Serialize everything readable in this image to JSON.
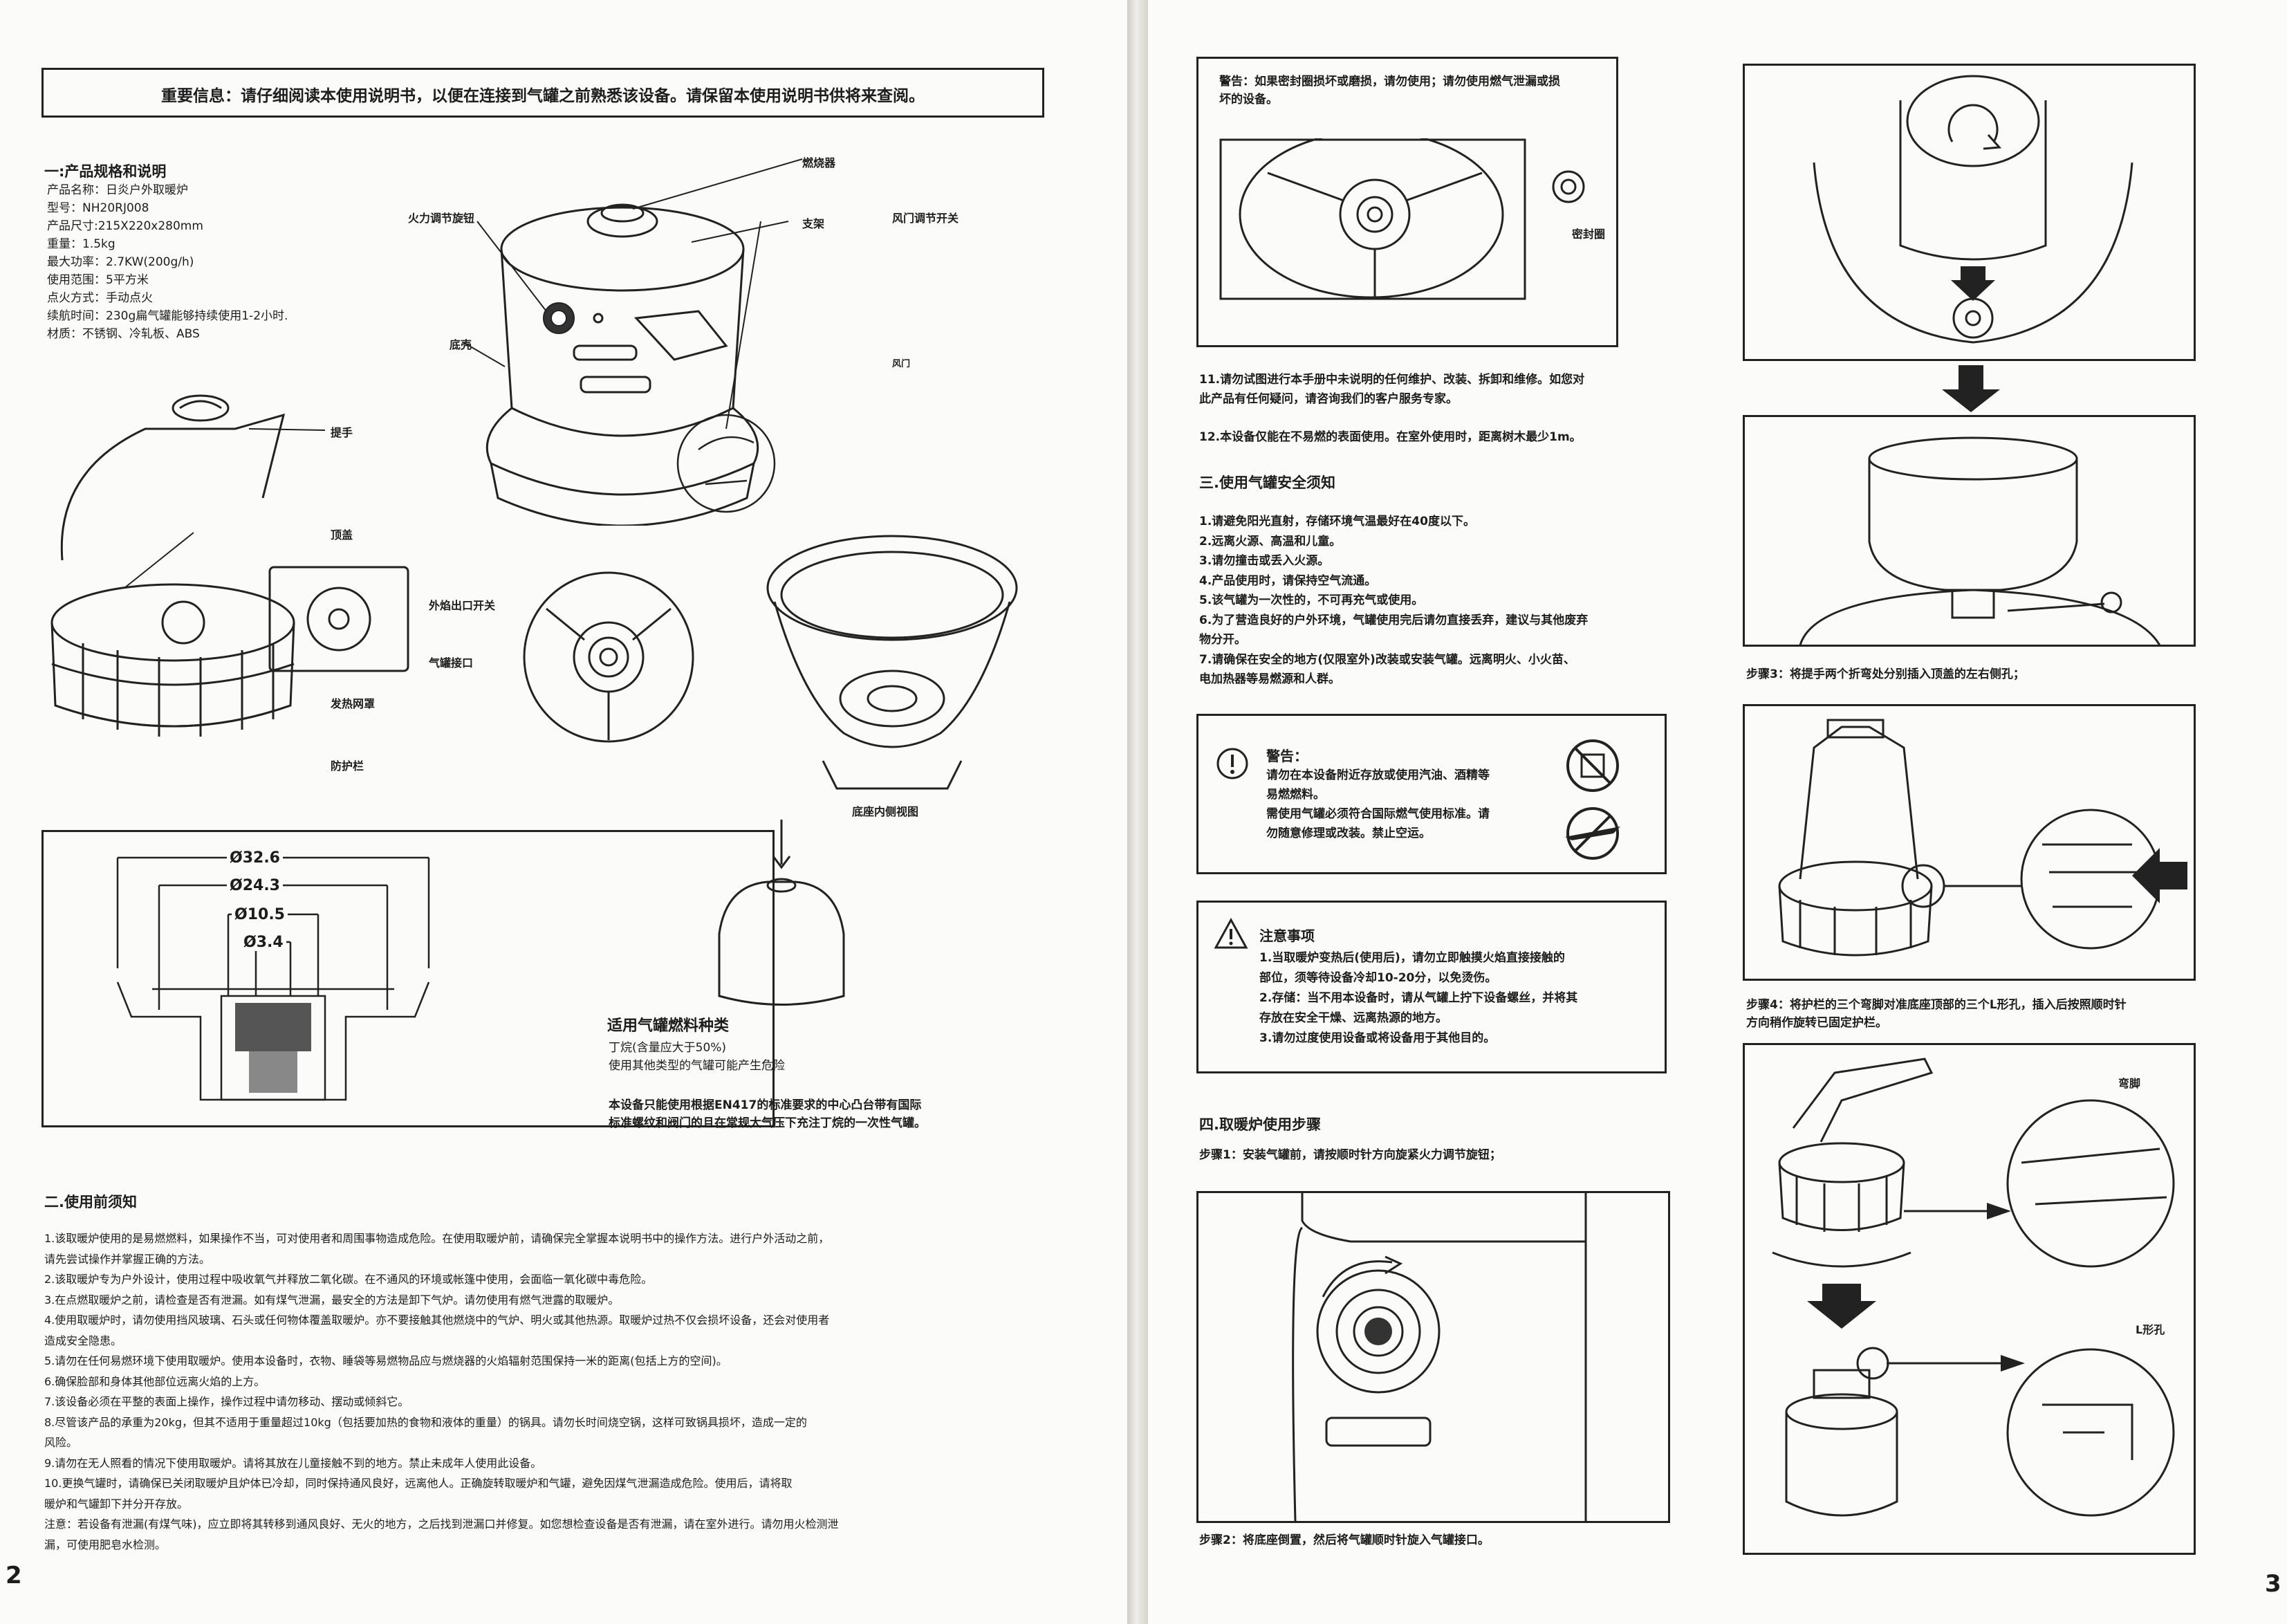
{
  "page_left": {
    "notice": "重要信息：请仔细阅读本使用说明书，以便在连接到气罐之前熟悉该设备。请保留本使用说明书供将来查阅。",
    "spec_title": "一:产品规格和说明",
    "specs": [
      "产品名称：日炎户外取暖炉",
      "型号：NH20RJ008",
      "产品尺寸:215X220x280mm",
      "重量：1.5kg",
      "最大功率：2.7KW(200g/h)",
      "使用范围：5平方米",
      "点火方式：手动点火",
      "续航时间：230g扁气罐能够持续使用1-2小时.",
      "材质：不锈钢、冷轧板、ABS"
    ],
    "labels": {
      "burner": "燃烧器",
      "fire_knob": "火力调节旋钮",
      "bracket": "支架",
      "air_switch": "风门调节开关",
      "base_shell": "底壳",
      "air_door": "风门",
      "handle": "提手",
      "top_cover": "顶盖",
      "outer_switch": "外焰出口开关",
      "gas_port": "气罐接口",
      "heat_net": "发热网罩",
      "guard": "防护栏",
      "base_inside": "底座内侧视图"
    },
    "dims": [
      "Ø32.6",
      "Ø24.3",
      "Ø10.5",
      "Ø3.4"
    ],
    "fuel_title": "适用气罐燃料种类",
    "fuel_lines": [
      "丁烷(含量应大于50%)",
      "使用其他类型的气罐可能产生危险"
    ],
    "fuel_note": [
      "本设备只能使用根据EN417的标准要求的中心凸台带有国际",
      "标准螺纹和阀门的且在常规大气压下充注丁烷的一次性气罐。"
    ],
    "pre_title": "二.使用前须知",
    "pre_items": [
      "1.该取暖炉使用的是易燃燃料，如果操作不当，可对使用者和周围事物造成危险。在使用取暖炉前，请确保完全掌握本说明书中的操作方法。进行户外活动之前，",
      "请先尝试操作并掌握正确的方法。",
      "2.该取暖炉专为户外设计，使用过程中吸收氧气并释放二氧化碳。在不通风的环境或帐篷中使用，会面临一氧化碳中毒危险。",
      "3.在点燃取暖炉之前，请检查是否有泄漏。如有煤气泄漏，最安全的方法是卸下气炉。请勿使用有燃气泄露的取暖炉。",
      "4.使用取暖炉时，请勿使用挡风玻璃、石头或任何物体覆盖取暖炉。亦不要接触其他燃烧中的气炉、明火或其他热源。取暖炉过热不仅会损坏设备，还会对使用者",
      "造成安全隐患。",
      "5.请勿在任何易燃环境下使用取暖炉。使用本设备时，衣物、睡袋等易燃物品应与燃烧器的火焰辐射范围保持一米的距离(包括上方的空间)。",
      "6.确保脸部和身体其他部位远离火焰的上方。",
      "7.该设备必须在平整的表面上操作，操作过程中请勿移动、摆动或倾斜它。",
      "8.尽管该产品的承重为20kg，但其不适用于重量超过10kg（包括要加热的食物和液体的重量）的锅具。请勿长时间烧空锅，这样可致锅具损坏，造成一定的",
      "风险。",
      "9.请勿在无人照看的情况下使用取暖炉。请将其放在儿童接触不到的地方。禁止未成年人使用此设备。",
      "10.更换气罐时，请确保已关闭取暖炉且炉体已冷却，同时保持通风良好，远离他人。正确旋转取暖炉和气罐，避免因煤气泄漏造成危险。使用后，请将取",
      "暖炉和气罐卸下并分开存放。",
      "注意：若设备有泄漏(有煤气味)，应立即将其转移到通风良好、无火的地方，之后找到泄漏口并修复。如您想检查设备是否有泄漏，请在室外进行。请勿用火检测泄",
      "漏，可使用肥皂水检测。"
    ],
    "page_number": "2"
  },
  "page_right": {
    "warn_top": [
      "警告：如果密封圈损坏或磨损，请勿使用；请勿使用燃气泄漏或损",
      "坏的设备。"
    ],
    "seal_label": "密封圈",
    "item11": [
      "11.请勿试图进行本手册中未说明的任何维护、改装、拆卸和维修。如您对",
      "此产品有任何疑问，请咨询我们的客户服务专家。"
    ],
    "item12": "12.本设备仅能在不易燃的表面使用。在室外使用时，距离树木最少1m。",
    "safety_title": "三.使用气罐安全须知",
    "safety_items": [
      "1.请避免阳光直射，存储环境气温最好在40度以下。",
      "2.远离火源、高温和儿童。",
      "3.请勿撞击或丢入火源。",
      "4.产品使用时，请保持空气流通。",
      "5.该气罐为一次性的，不可再充气或使用。",
      "6.为了营造良好的户外环境，气罐使用完后请勿直接丢弃，建议与其他废弃",
      "物分开。",
      "7.请确保在安全的地方(仅限室外)改装或安装气罐。远离明火、小火苗、",
      "电加热器等易燃源和人群。"
    ],
    "warn_box_title": "警告：",
    "warn_box_lines": [
      "请勿在本设备附近存放或使用汽油、酒精等",
      "易燃燃料。",
      "需使用气罐必须符合国际燃气使用标准。请",
      "勿随意修理或改装。禁止空运。"
    ],
    "caution_title": "注意事项",
    "caution_lines": [
      "1.当取暖炉变热后(使用后)，请勿立即触摸火焰直接接触的",
      "部位，须等待设备冷却10-20分，以免烫伤。",
      "2.存储：当不用本设备时，请从气罐上拧下设备螺丝，并将其",
      "存放在安全干燥、远离热源的地方。",
      "3.请勿过度使用设备或将设备用于其他目的。"
    ],
    "steps_title": "四.取暖炉使用步骤",
    "step1": "步骤1：安装气罐前，请按顺时针方向旋紧火力调节旋钮；",
    "step2": "步骤2：将底座倒置，然后将气罐顺时针旋入气罐接口。",
    "step3": "步骤3：将提手两个折弯处分别插入顶盖的左右侧孔；",
    "step4": [
      "步骤4：将护栏的三个弯脚对准底座顶部的三个L形孔，插入后按照顺时针",
      "方向稍作旋转已固定护栏。"
    ],
    "label_bent_foot": "弯脚",
    "label_l_hole": "L形孔",
    "page_number": "3"
  },
  "colors": {
    "ink": "#1d1d1d",
    "paper": "#fbfbf9",
    "line": "#222222"
  }
}
